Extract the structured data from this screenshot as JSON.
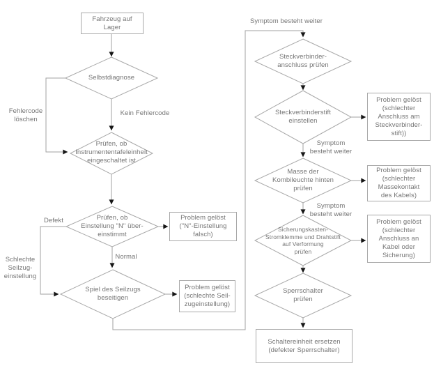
{
  "colors": {
    "background": "#ffffff",
    "line": "#a2a2a2",
    "shape_border": "#a8a8a8",
    "text": "#747474",
    "arrowhead": "#161616"
  },
  "nodes": {
    "start": "Fahrzeug auf\nLager",
    "selbstdiagnose": "Selbstdiagnose",
    "instrumententafel": "Prüfen, ob\nInstrumententafeleinheit\neingeschaltet ist",
    "einstellung_n": "Prüfen, ob\nEinstellung \"N\" über-\neinstimmt",
    "seilzug": "Spiel des Seilzugs\nbeseitigen",
    "steckverbinder_anschluss": "Steckverbinder-\nanschluss prüfen",
    "steckverbinderstift": "Steckverbinderstift\neinstellen",
    "masse_kombileuchte": "Masse der\nKombileuchte hinten\nprüfen",
    "sicherungskasten": "Sicherungskasten-\nStromklemme und Drahtstift\nauf Verformung\nprüfen",
    "sperrschalter": "Sperrschalter\nprüfen",
    "schaltereinheit": "Schaltereinheit ersetzen\n(defekter Sperrschalter)"
  },
  "results": {
    "n_einstellung": "Problem gelöst\n(\"N\"-Einstellung\nfalsch)",
    "seilzugeinstellung": "Problem gelöst\n(schlechte Seil-\nzugeinstellung)",
    "steckverbinderstift": "Problem gelöst\n(schlechter\nAnschluss am\nSteckverbinder-\nstift))",
    "massekontakt": "Problem gelöst\n(schlechter\nMassekontakt\ndes Kabels)",
    "kabel_sicherung": "Problem gelöst\n(schlechter\nAnschluss an\nKabel oder\nSicherung)"
  },
  "edges": {
    "fehlercode_loeschen": "Fehlercode\nlöschen",
    "kein_fehlercode": "Kein Fehlercode",
    "defekt": "Defekt",
    "normal": "Normal",
    "schlechte_seilzugeinstellung": "Schlechte\nSeilzug-\neinstellung",
    "symptom_besteht_weiter_top": "Symptom besteht weiter",
    "symptom_besteht_weiter_2": "Symptom\nbesteht weiter",
    "symptom_besteht_weiter_3": "Symptom\nbesteht weiter"
  }
}
